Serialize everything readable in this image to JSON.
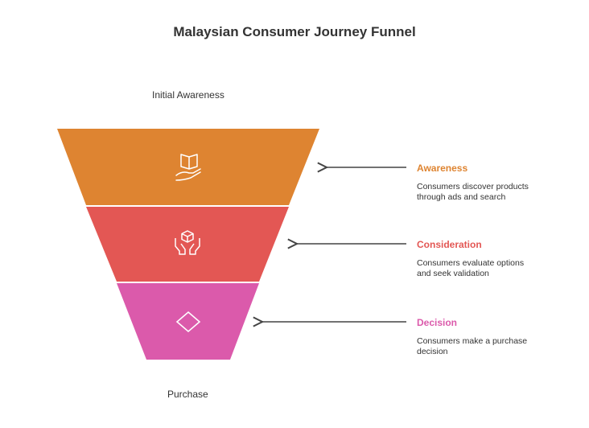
{
  "title": "Malaysian Consumer Journey Funnel",
  "top_label": "Initial Awareness",
  "bottom_label": "Purchase",
  "stages": [
    {
      "name": "Awareness",
      "description_line1": "Consumers discover products",
      "description_line2": "through ads and search",
      "color": "#DE8431",
      "icon": "book-in-hand-icon"
    },
    {
      "name": "Consideration",
      "description_line1": "Consumers evaluate options",
      "description_line2": "and seek validation",
      "color": "#E35754",
      "icon": "hands-holding-box-icon"
    },
    {
      "name": "Decision",
      "description_line1": "Consumers make a purchase",
      "description_line2": "decision",
      "color": "#DB5AAB",
      "icon": "diamond-icon"
    }
  ]
}
